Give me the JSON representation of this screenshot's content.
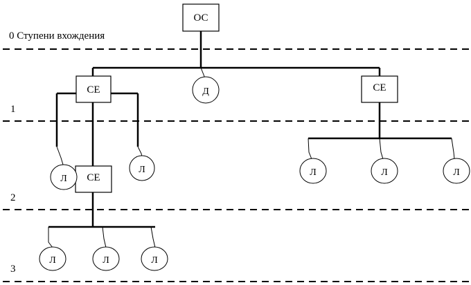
{
  "diagram": {
    "title": "0 Ступени вхождения",
    "level_labels": [
      "1",
      "2",
      "3"
    ],
    "root": {
      "label": "ОС"
    },
    "assembly_label": "СЕ",
    "part_label_level1": "Д",
    "part_label": "Л",
    "nodes": {
      "ce_left": "СЕ",
      "ce_right": "СЕ",
      "ce_lower": "СЕ",
      "d_center": "Д",
      "l_left_1": "Л",
      "l_left_2": "Л",
      "l_right_1": "Л",
      "l_right_2": "Л",
      "l_right_3": "Л",
      "l_bottom_1": "Л",
      "l_bottom_2": "Л",
      "l_bottom_3": "Л"
    },
    "colors": {
      "line": "#000000",
      "background": "#ffffff"
    }
  }
}
